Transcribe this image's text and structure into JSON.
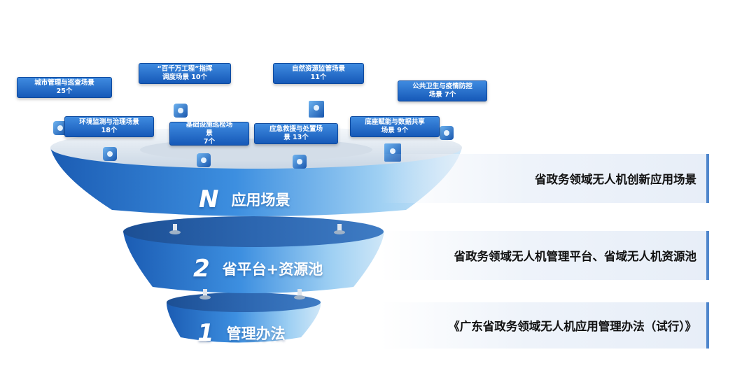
{
  "tiers": [
    {
      "number": "N",
      "label": "应用场景"
    },
    {
      "number": "2",
      "label": "省平台+资源池"
    },
    {
      "number": "1",
      "label": "管理办法"
    }
  ],
  "banners": [
    {
      "text": "省政务领域无人机创新应用场景"
    },
    {
      "text": "省政务领域无人机管理平台、省域无人机资源池"
    },
    {
      "text": "《广东省政务领域无人机应用管理办法（试行）》"
    }
  ],
  "scenarios": [
    {
      "lines": [
        "城市管理与巡查场景",
        "25个"
      ]
    },
    {
      "lines": [
        "环境监测与治理场景",
        "18个"
      ]
    },
    {
      "lines": [
        "“百千万工程”指挥",
        "调度场景   10个"
      ]
    },
    {
      "lines": [
        "基础设施巡检场",
        "景",
        "7个"
      ]
    },
    {
      "lines": [
        "自然资源监管场景",
        "11个"
      ]
    },
    {
      "lines": [
        "应急救援与处置场",
        "景   13个"
      ]
    },
    {
      "lines": [
        "底座赋能与数据共享",
        "场景   9个"
      ]
    },
    {
      "lines": [
        "公共卫生与疫情防控",
        "场景   7个"
      ]
    }
  ],
  "colors": {
    "funnel_dark": "#1a5fb5",
    "funnel_light": "#9fd0f3",
    "callout": "#2a72d0",
    "banner_border": "#4f86cc"
  }
}
